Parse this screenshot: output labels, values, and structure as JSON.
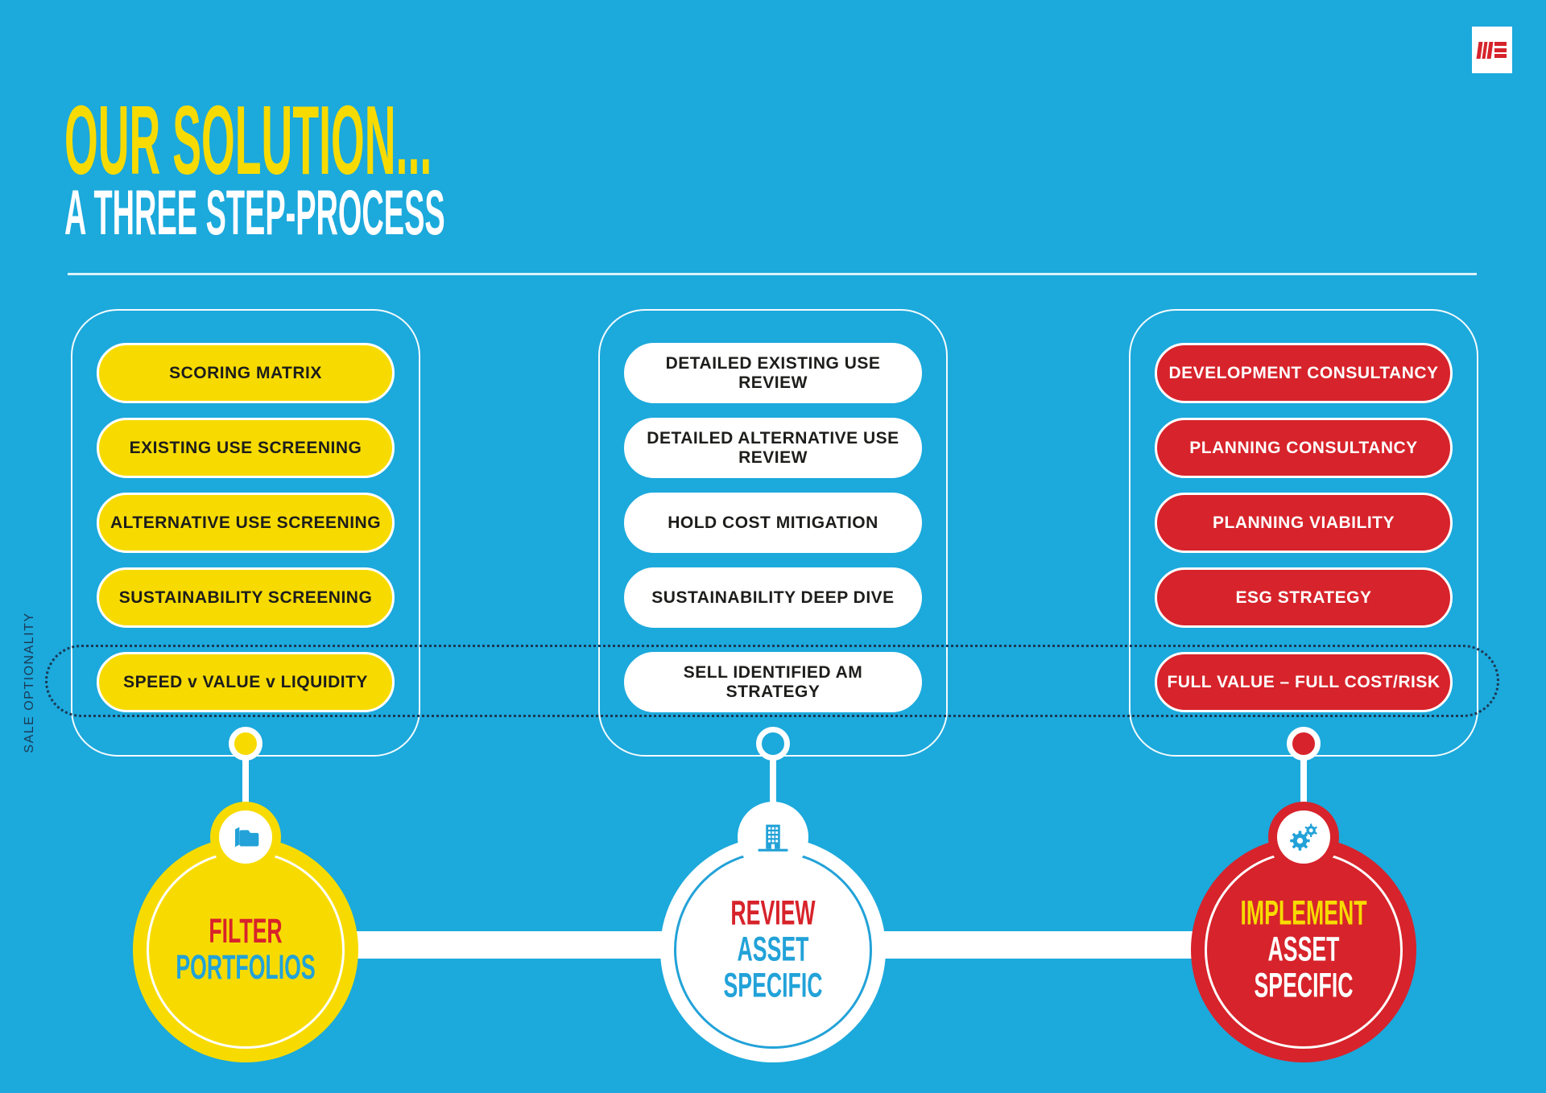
{
  "colors": {
    "background": "#1CA9DC",
    "yellow": "#F7DB00",
    "red": "#D7232B",
    "white": "#FFFFFF",
    "dark_text": "#1D1D1B",
    "navy_dotted": "#1B3A55",
    "blue_accent": "#22A2D8"
  },
  "logo": {
    "icon": "we-monogram-icon"
  },
  "header": {
    "title": "OUR SOLUTION...",
    "subtitle": "A THREE STEP-PROCESS"
  },
  "side_label": "SALE OPTIONALITY",
  "steps": [
    {
      "name": "filter-portfolios",
      "pills": [
        "SCORING MATRIX",
        "EXISTING USE SCREENING",
        "ALTERNATIVE USE SCREENING",
        "SUSTAINABILITY SCREENING",
        "SPEED v VALUE v LIQUIDITY"
      ],
      "badge_icon": "folder-icon",
      "circle_lines": [
        {
          "text": "FILTER",
          "color": "#D7232B"
        },
        {
          "text": "PORTFOLIOS",
          "color": "#22A2D8"
        }
      ]
    },
    {
      "name": "review-asset-specific",
      "pills": [
        "DETAILED EXISTING USE\nREVIEW",
        "DETAILED ALTERNATIVE USE\nREVIEW",
        "HOLD COST MITIGATION",
        "SUSTAINABILITY DEEP DIVE",
        "SELL IDENTIFIED AM\nSTRATEGY"
      ],
      "badge_icon": "building-icon",
      "circle_lines": [
        {
          "text": "REVIEW",
          "color": "#D7232B"
        },
        {
          "text": "ASSET",
          "color": "#22A2D8"
        },
        {
          "text": "SPECIFIC",
          "color": "#22A2D8"
        }
      ]
    },
    {
      "name": "implement-asset-specific",
      "pills": [
        "DEVELOPMENT CONSULTANCY",
        "PLANNING CONSULTANCY",
        "PLANNING VIABILITY",
        "ESG STRATEGY",
        "FULL VALUE – FULL COST/RISK"
      ],
      "badge_icon": "gears-icon",
      "circle_lines": [
        {
          "text": "IMPLEMENT",
          "color": "#F7DB00"
        },
        {
          "text": "ASSET",
          "color": "#FFFFFF"
        },
        {
          "text": "SPECIFIC",
          "color": "#FFFFFF"
        }
      ]
    }
  ]
}
